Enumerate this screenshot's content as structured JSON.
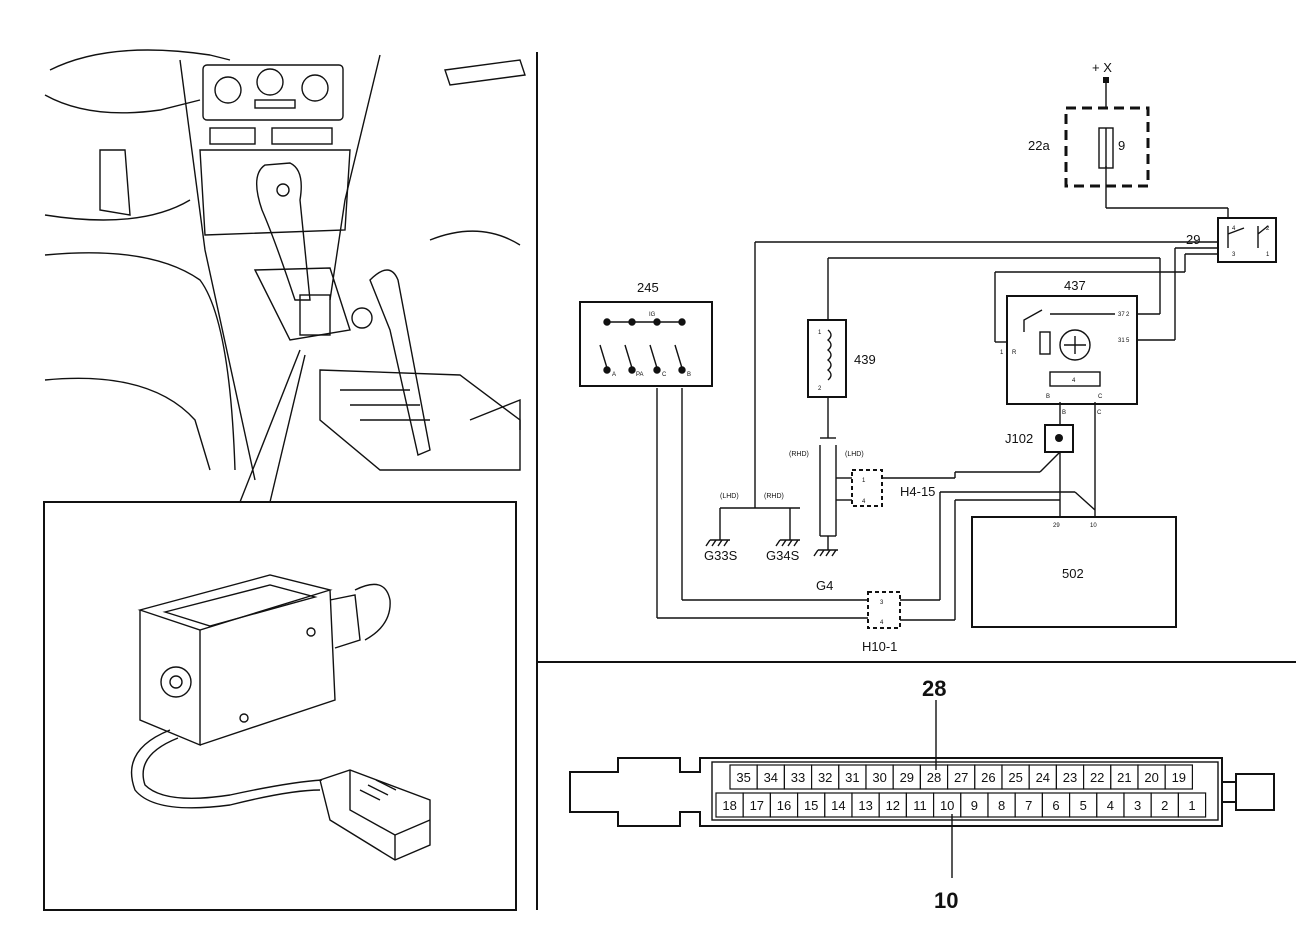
{
  "supply": "+ X",
  "fuse_box": {
    "id": "22a",
    "fuse": "9"
  },
  "relay_29": {
    "id": "29",
    "pins": [
      "4",
      "2",
      "3",
      "1"
    ]
  },
  "module_437": {
    "id": "437",
    "pins": [
      "37",
      "2",
      "31",
      "5",
      "1",
      "R",
      "B",
      "C",
      "4"
    ]
  },
  "switch_245": {
    "id": "245",
    "top_label": "IG",
    "contacts": [
      "A",
      "PA",
      "C",
      "B"
    ]
  },
  "solenoid_439": {
    "id": "439",
    "pins": [
      "1",
      "2"
    ]
  },
  "drive_labels": {
    "lhd": "(LHD)",
    "rhd": "(RHD)"
  },
  "connector_h4_15": {
    "id": "H4-15",
    "pins": [
      "1",
      "4"
    ]
  },
  "connector_h10_1": {
    "id": "H10-1",
    "pins": [
      "3",
      "4"
    ]
  },
  "connector_j102": {
    "id": "J102"
  },
  "grounds": [
    "G33S",
    "G34S",
    "G4"
  ],
  "wire_codes": {
    "left": "B",
    "right": "C"
  },
  "ecu_502": {
    "id": "502",
    "pins": [
      "29",
      "10"
    ]
  },
  "ecu_connector": {
    "top_row": [
      "35",
      "34",
      "33",
      "32",
      "31",
      "30",
      "29",
      "28",
      "27",
      "26",
      "25",
      "24",
      "23",
      "22",
      "21",
      "20",
      "19"
    ],
    "bottom_row": [
      "18",
      "17",
      "16",
      "15",
      "14",
      "13",
      "12",
      "11",
      "10",
      "9",
      "8",
      "7",
      "6",
      "5",
      "4",
      "3",
      "2",
      "1"
    ],
    "callout_top": "28",
    "callout_bottom": "10"
  }
}
